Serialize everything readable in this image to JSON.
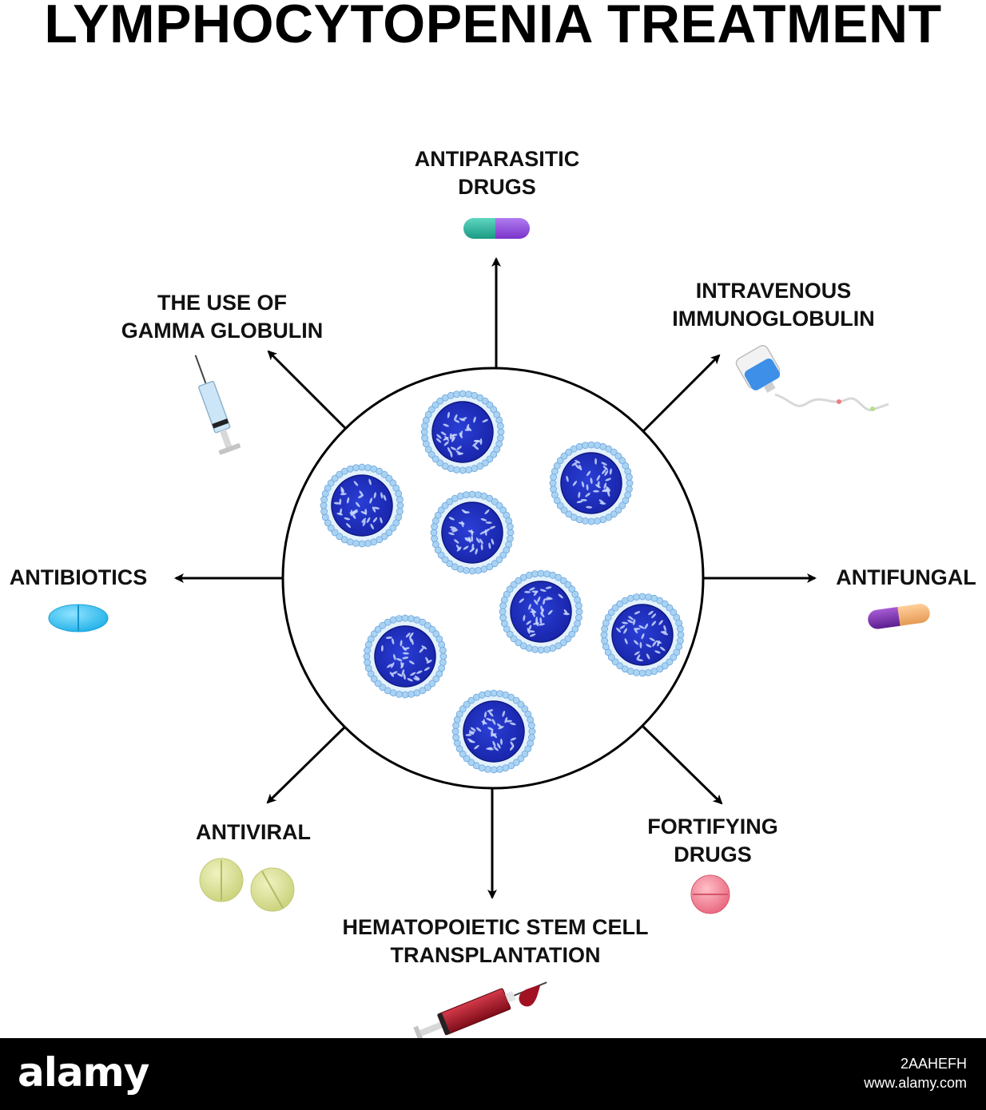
{
  "title": "LYMPHOCYTOPENIA TREATMENT",
  "treatments": {
    "antiparasitic": [
      "ANTIPARASITIC",
      "DRUGS"
    ],
    "ivig": [
      "INTRAVENOUS",
      "IMMUNOGLOBULIN"
    ],
    "gamma": [
      "THE USE OF",
      "GAMMA GLOBULIN"
    ],
    "antibiotics": [
      "ANTIBIOTICS"
    ],
    "antifungal": [
      "ANTIFUNGAL"
    ],
    "antiviral": [
      "ANTIVIRAL"
    ],
    "fortifying": [
      "FORTIFYING",
      "DRUGS"
    ],
    "hsct": [
      "HEMATOPOIETIC STEM CELL",
      "TRANSPLANTATION"
    ]
  },
  "icons": {
    "antiparasitic": "capsule-icon",
    "ivig": "iv-drip-bottle-icon",
    "gamma": "syringe-icon",
    "antibiotics": "oval-tablet-icon",
    "antifungal": "capsule-icon",
    "antiviral": "round-tablets-icon",
    "fortifying": "round-tablet-icon",
    "hsct": "blood-syringe-icon"
  },
  "colors": {
    "cell_core": "#1f2fc0",
    "cell_halo": "#8fc0f0",
    "tablet_blue": "#38c3f2",
    "tablet_yellow": "#dde396",
    "tablet_pink": "#f07f94",
    "capsule_teal": "#27b09a",
    "capsule_purple": "#8a45d6",
    "blood": "#a11122"
  },
  "footer": {
    "logo": "alamy",
    "image_id": "2AAHEFH",
    "url": "www.alamy.com"
  }
}
